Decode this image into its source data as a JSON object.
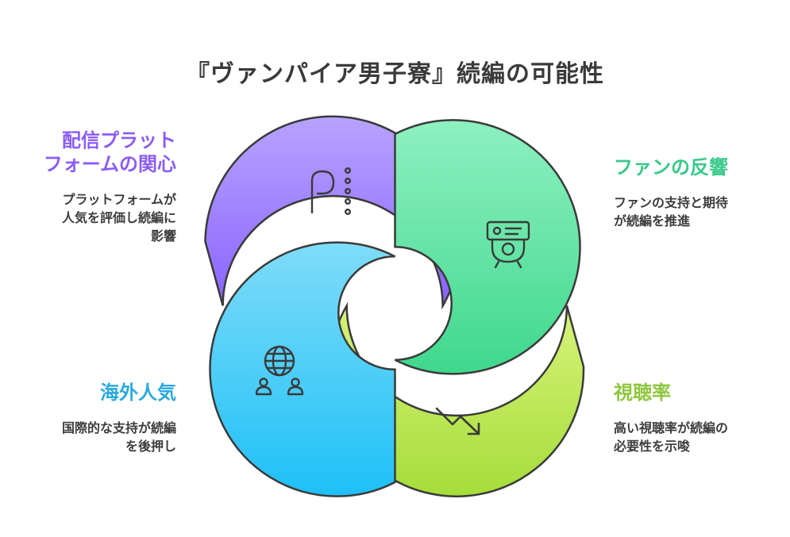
{
  "title": "『ヴァンパイア男子寮』続編の可能性",
  "colors": {
    "purple": "#8b5cf6",
    "green": "#38c98a",
    "blue": "#2aa9de",
    "lime": "#8ec63f"
  },
  "sections": {
    "platform": {
      "heading_line1": "配信プラット",
      "heading_line2": "フォームの関心",
      "body_line1": "プラットフォームが",
      "body_line2": "人気を評価し続編に",
      "body_line3": "影響",
      "icon": "parking-icon"
    },
    "fan": {
      "heading": "ファンの反響",
      "body_line1": "ファンの支持と期待",
      "body_line2": "が続編を推進",
      "icon": "id-card-icon"
    },
    "overseas": {
      "heading": "海外人気",
      "body_line1": "国際的な支持が続編",
      "body_line2": "を後押し",
      "icon": "globe-people-icon"
    },
    "ratings": {
      "heading": "視聴率",
      "body_line1": "高い視聴率が続編の",
      "body_line2": "必要性を示唆",
      "icon": "trend-down-icon"
    }
  }
}
